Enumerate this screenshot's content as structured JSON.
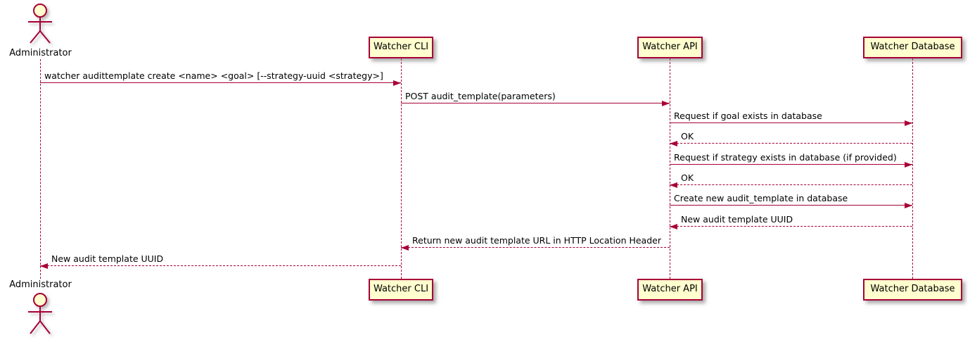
{
  "diagram": {
    "type": "sequence-diagram",
    "colors": {
      "participant_fill": "#FEFECE",
      "participant_border": "#A80036",
      "arrow": "#A80036",
      "lifeline": "#A80036",
      "text": "#000000",
      "background": "#FFFFFF"
    },
    "participants": [
      {
        "name": "Administrator",
        "kind": "actor"
      },
      {
        "name": "Watcher CLI",
        "kind": "participant"
      },
      {
        "name": "Watcher API",
        "kind": "participant"
      },
      {
        "name": "Watcher Database",
        "kind": "participant"
      }
    ],
    "messages": [
      {
        "from": "Administrator",
        "to": "Watcher CLI",
        "style": "solid",
        "label": "watcher audittemplate create <name> <goal> [--strategy-uuid <strategy>]"
      },
      {
        "from": "Watcher CLI",
        "to": "Watcher API",
        "style": "solid",
        "label": "POST audit_template(parameters)"
      },
      {
        "from": "Watcher API",
        "to": "Watcher Database",
        "style": "solid",
        "label": "Request if goal exists in database"
      },
      {
        "from": "Watcher Database",
        "to": "Watcher API",
        "style": "dashed",
        "label": "OK"
      },
      {
        "from": "Watcher API",
        "to": "Watcher Database",
        "style": "solid",
        "label": "Request if strategy exists in database (if provided)"
      },
      {
        "from": "Watcher Database",
        "to": "Watcher API",
        "style": "dashed",
        "label": "OK"
      },
      {
        "from": "Watcher API",
        "to": "Watcher Database",
        "style": "solid",
        "label": "Create new audit_template in database"
      },
      {
        "from": "Watcher Database",
        "to": "Watcher API",
        "style": "dashed",
        "label": "New audit template UUID"
      },
      {
        "from": "Watcher API",
        "to": "Watcher CLI",
        "style": "dashed",
        "label": "Return new audit template URL in HTTP Location Header"
      },
      {
        "from": "Watcher CLI",
        "to": "Administrator",
        "style": "dashed",
        "label": "New audit template UUID"
      }
    ]
  }
}
